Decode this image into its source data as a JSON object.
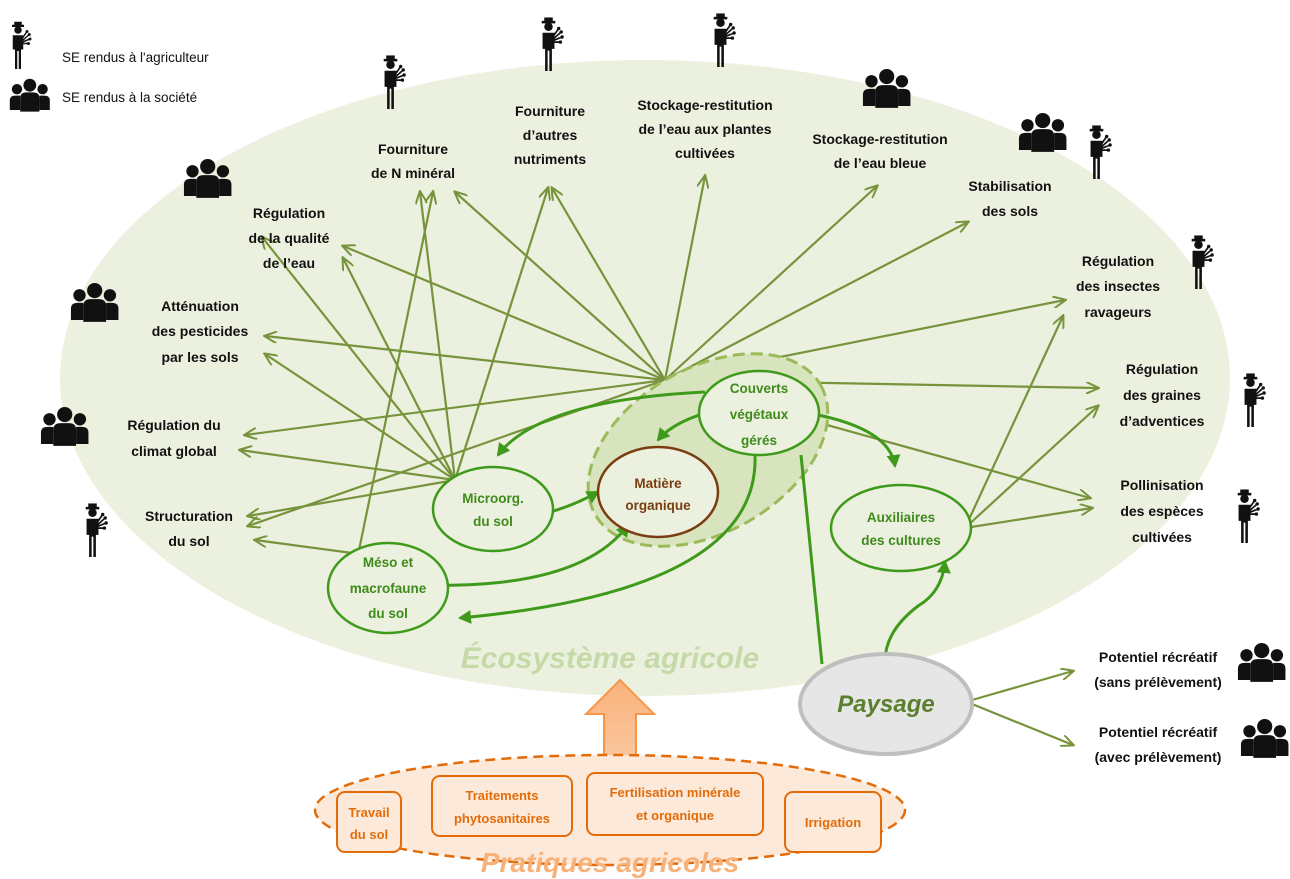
{
  "legend": {
    "farmer_label": "SE rendus à l'agriculteur",
    "society_label": "SE rendus à la société"
  },
  "ecosystem_title": "Écosystème agricole",
  "practices_title": "Pratiques agricoles",
  "services": {
    "n_mineral": [
      "Fourniture",
      "de N minéral"
    ],
    "autres_nutriments": [
      "Fourniture",
      "d’autres",
      "nutriments"
    ],
    "eau_plantes": [
      "Stockage-restitution",
      "de l’eau aux plantes",
      "cultivées"
    ],
    "eau_bleue": [
      "Stockage-restitution",
      "de l’eau bleue"
    ],
    "stabilisation": [
      "Stabilisation",
      "des sols"
    ],
    "qualite_eau": [
      "Régulation",
      "de la qualité",
      "de l’eau"
    ],
    "insectes": [
      "Régulation",
      "des insectes",
      "ravageurs"
    ],
    "pesticides": [
      "Atténuation",
      "des pesticides",
      "par les sols"
    ],
    "adventices": [
      "Régulation",
      "des graines",
      "d’adventices"
    ],
    "climat": [
      "Régulation du",
      "climat global"
    ],
    "pollinisation": [
      "Pollinisation",
      "des espèces",
      "cultivées"
    ],
    "structuration": [
      "Structuration",
      "du sol"
    ],
    "recreatif_sans": [
      "Potentiel récréatif",
      "(sans prélèvement)"
    ],
    "recreatif_avec": [
      "Potentiel récréatif",
      "(avec prélèvement)"
    ]
  },
  "nodes": {
    "couverts": [
      "Couverts",
      "végétaux",
      "gérés"
    ],
    "matiere": [
      "Matière",
      "organique"
    ],
    "microorg": [
      "Microorg.",
      "du sol"
    ],
    "meso": [
      "Méso et",
      "macrofaune",
      "du sol"
    ],
    "auxiliaires": [
      "Auxiliaires",
      "des cultures"
    ],
    "paysage": "Paysage"
  },
  "practices": {
    "travail": [
      "Travail",
      "du sol"
    ],
    "traitements": [
      "Traitements",
      "phytosanitaires"
    ],
    "fertilisation": [
      "Fertilisation minérale",
      "et organique"
    ],
    "irrigation": "Irrigation"
  },
  "colors": {
    "ecosystem_fill": "#ebf1de",
    "arrow_light": "#77933c",
    "arrow_dark": "#3f9a1c",
    "node_fill": "#ebf1de",
    "node_stroke": "#3f9a1c",
    "practice": "#e36c0a",
    "practice_fill": "#fde9d9"
  }
}
